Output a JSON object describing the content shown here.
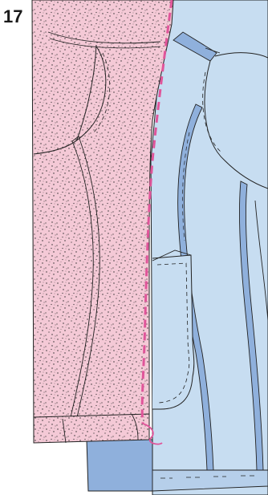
{
  "step": {
    "number": "17"
  },
  "colors": {
    "front_fabric": "#f4c9d6",
    "speckle": "#2b2b2b",
    "lining": "#c7ddf1",
    "binding": "#8fb0dc",
    "stitch_line": "#e0559a",
    "outline": "#222222"
  },
  "icons": {
    "front": "pink-speckled-fabric-panel",
    "lining": "light-blue-lining-panel",
    "stitch": "dashed-pink-stitching-line"
  }
}
